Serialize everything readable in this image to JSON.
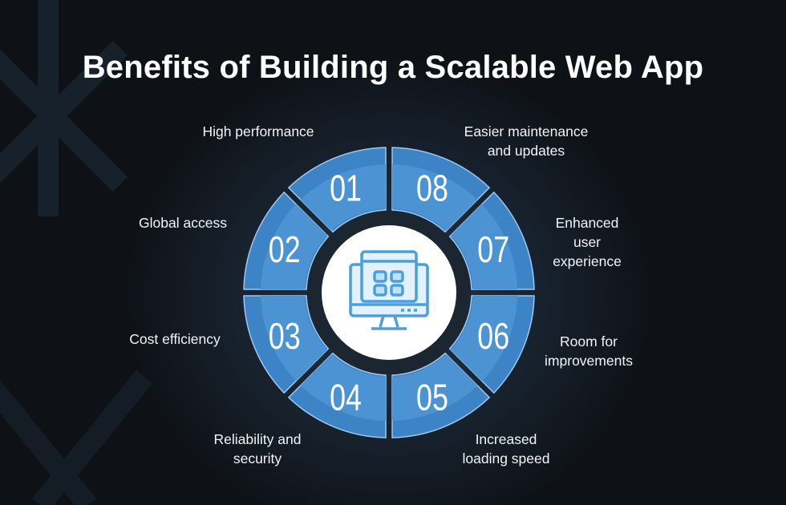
{
  "title": "Benefits of Building a Scalable Web App",
  "center_icon": "web-app-monitor-icon",
  "colors": {
    "segment": "#3d84c6",
    "segment_inner": "#4b93d2",
    "segment_stroke": "#9cc8ee",
    "ring": "#1b2631",
    "center": "#ffffff",
    "icon": "#4a9fe0"
  },
  "segments": [
    {
      "number": "01",
      "label": "High performance"
    },
    {
      "number": "02",
      "label": "Global access"
    },
    {
      "number": "03",
      "label": "Cost efficiency"
    },
    {
      "number": "04",
      "label": "Reliability and\nsecurity"
    },
    {
      "number": "05",
      "label": "Increased\nloading speed"
    },
    {
      "number": "06",
      "label": "Room for\nimprovements"
    },
    {
      "number": "07",
      "label": "Enhanced\nuser\nexperience"
    },
    {
      "number": "08",
      "label": "Easier maintenance\nand updates"
    }
  ]
}
